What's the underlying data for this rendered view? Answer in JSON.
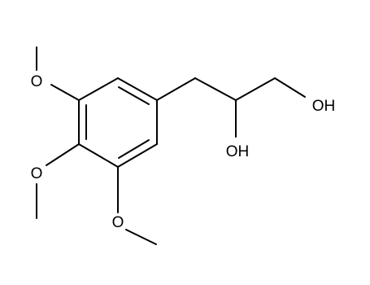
{
  "molecule": {
    "atom_labels": {
      "o_top": "O",
      "o_mid": "O",
      "o_bottom": "O",
      "oh_chain": "OH",
      "oh_terminal": "OH"
    },
    "colors": {
      "bond": "#000000",
      "text": "#000000",
      "background": "#ffffff"
    }
  }
}
